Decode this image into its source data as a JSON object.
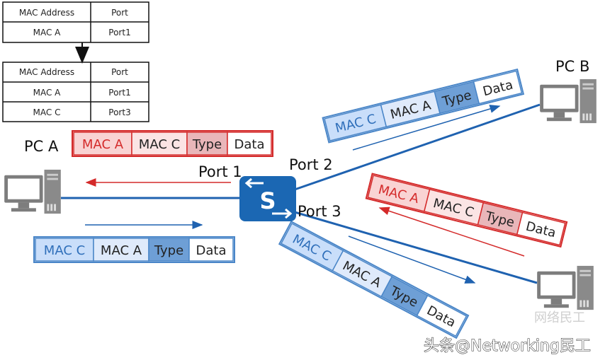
{
  "tables": {
    "before": {
      "headers": [
        "MAC Address",
        "Port"
      ],
      "rows": [
        [
          "MAC A",
          "Port1"
        ]
      ]
    },
    "after": {
      "headers": [
        "MAC Address",
        "Port"
      ],
      "rows": [
        [
          "MAC A",
          "Port1"
        ],
        [
          "MAC C",
          "Port3"
        ]
      ]
    }
  },
  "nodes": {
    "pc_a": "PC A",
    "pc_b": "PC B",
    "switch_glyph": "S"
  },
  "ports": {
    "port1": "Port 1",
    "port2": "Port 2",
    "port3": "Port 3"
  },
  "colors": {
    "red": "#d42a2a",
    "blue": "#1f62b0",
    "switch": "#1b67b3"
  },
  "frames": [
    {
      "scheme": "red",
      "cells": [
        "MAC A",
        "MAC C",
        "Type",
        "Data"
      ]
    },
    {
      "scheme": "blue",
      "cells": [
        "MAC C",
        "MAC A",
        "Type",
        "Data"
      ]
    },
    {
      "scheme": "blue",
      "cells": [
        "MAC C",
        "MAC A",
        "Type",
        "Data"
      ]
    },
    {
      "scheme": "red",
      "cells": [
        "MAC A",
        "MAC C",
        "Type",
        "Data"
      ]
    },
    {
      "scheme": "blue",
      "cells": [
        "MAC C",
        "MAC A",
        "Type",
        "Data"
      ]
    }
  ],
  "watermark": {
    "text": "头条@Networking民工",
    "faint_text": "网络民工"
  }
}
